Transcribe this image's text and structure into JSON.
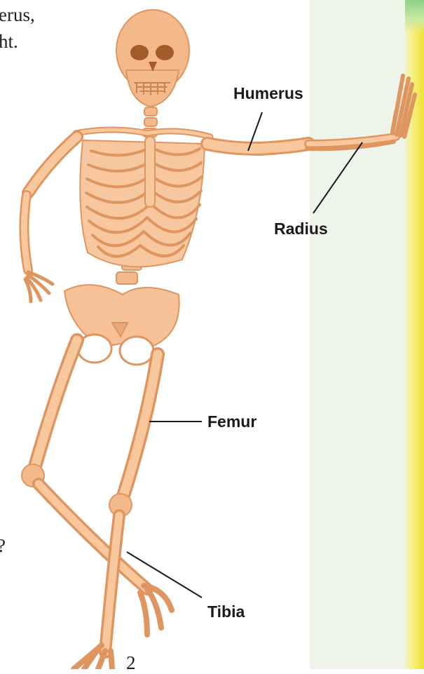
{
  "text_fragments": {
    "line1": "erus,",
    "line2": "ht.",
    "question": "?",
    "page_fragment": "2"
  },
  "labels": {
    "humerus": "Humerus",
    "radius": "Radius",
    "femur": "Femur",
    "tibia": "Tibia"
  },
  "colors": {
    "bone": "#f4b98a",
    "bone_shadow": "#df9560",
    "bone_light": "#fbd6b3",
    "leader_line": "#1a1a1a"
  }
}
